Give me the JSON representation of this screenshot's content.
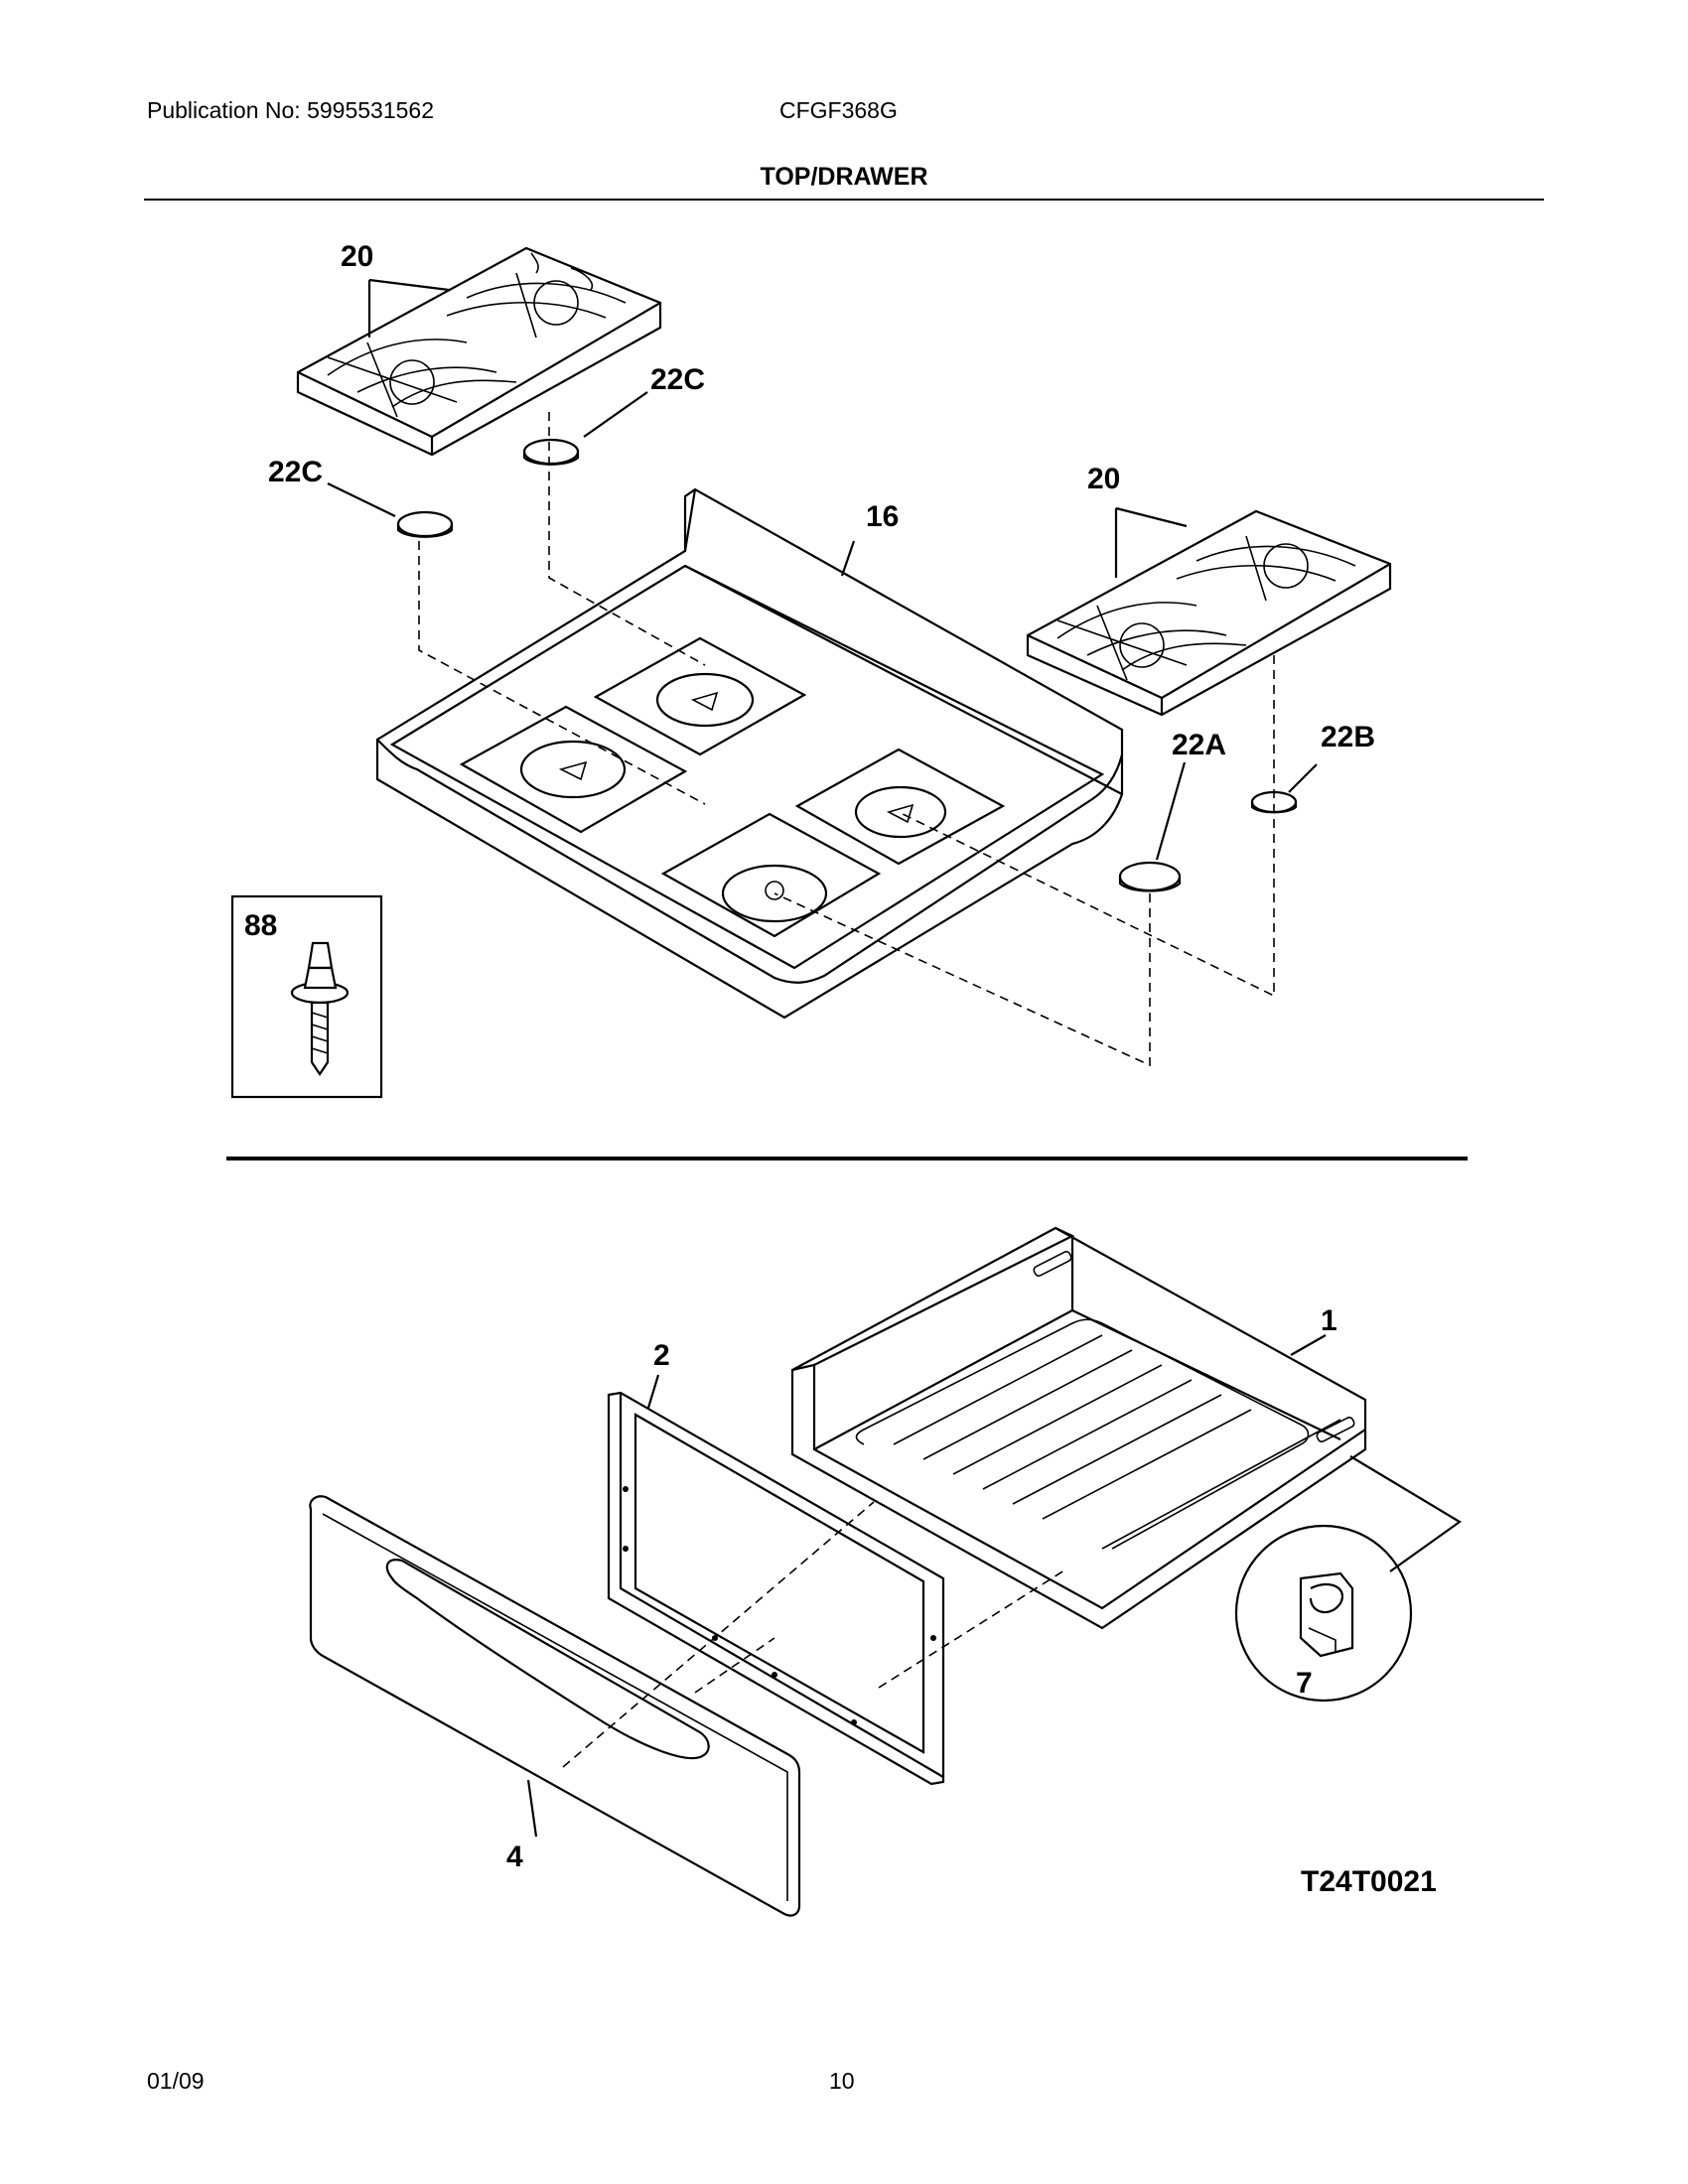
{
  "header": {
    "publication": "Publication No: 5995531562",
    "model": "CFGF368G",
    "section_title": "TOP/DRAWER"
  },
  "callouts": {
    "grate_left": "20",
    "cap_22c_right": "22C",
    "cap_22c_left": "22C",
    "cooktop": "16",
    "grate_right": "20",
    "cap_22a": "22A",
    "cap_22b": "22B",
    "screw_box": "88",
    "drawer_body": "1",
    "drawer_frame": "2",
    "drawer_slide": "7",
    "drawer_front": "4"
  },
  "drawing_id": "T24T0021",
  "footer": {
    "date": "01/09",
    "page": "10"
  }
}
